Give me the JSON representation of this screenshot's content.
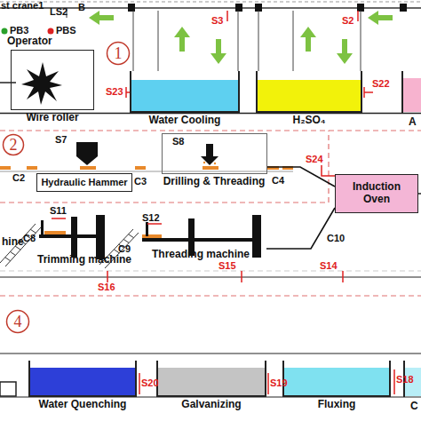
{
  "diagram": {
    "nodes": [
      {
        "text": [
          "1"
        ]
      },
      {
        "text": [
          "Wire roller"
        ]
      },
      {
        "text": [
          "Water Cooling"
        ]
      },
      {
        "text": [
          "H₂SO₄"
        ]
      },
      {
        "text": [
          "2"
        ]
      },
      {
        "text": [
          "Hydraulic Hammer"
        ]
      },
      {
        "text": [
          "Drilling & Threading"
        ]
      },
      {
        "text": [
          "Induction Oven"
        ]
      },
      {
        "text": [
          "Trimming machine"
        ]
      },
      {
        "text": [
          "Threading machine"
        ]
      },
      {
        "text": [
          "4"
        ]
      },
      {
        "text": [
          "Water Quenching"
        ]
      },
      {
        "text": [
          "Galvanizing"
        ]
      },
      {
        "text": [
          "Fluxing"
        ]
      }
    ],
    "edges": [
      {
        "from": 6,
        "to": 7,
        "arrow": "none"
      },
      {
        "from": 7,
        "to": 9,
        "arrow": "none"
      }
    ],
    "labels": [
      "st crane1",
      "LS2",
      "B",
      "PB3",
      "PBS",
      "Operator",
      "S3",
      "S2",
      "S23",
      "S22",
      "A",
      "S7",
      "C2",
      "C3",
      "S8",
      "C4",
      "S24",
      "S11",
      "S12",
      "C8",
      "C9",
      "C10",
      "hine",
      "S16",
      "S15",
      "S14",
      "S20",
      "S19",
      "S18",
      "C"
    ]
  }
}
